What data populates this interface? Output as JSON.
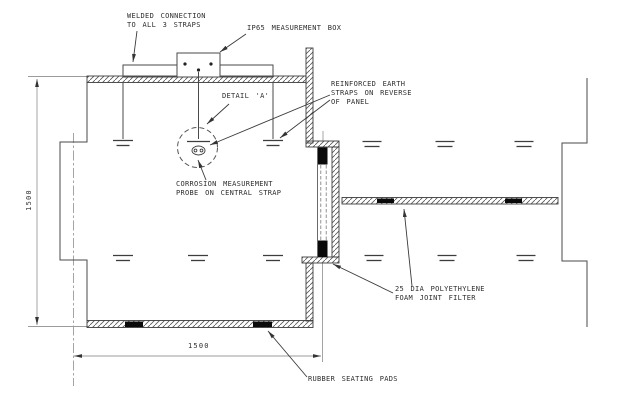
{
  "labels": {
    "welded": {
      "lines": [
        "WELDED CONNECTION",
        "TO ALL 3 STRAPS"
      ]
    },
    "ip65": {
      "lines": [
        "IP65 MEASUREMENT BOX"
      ]
    },
    "detail_a": {
      "lines": [
        "DETAIL 'A'"
      ]
    },
    "reinforced": {
      "lines": [
        "REINFORCED EARTH",
        "STRAPS ON REVERSE",
        "OF PANEL"
      ]
    },
    "corrosion": {
      "lines": [
        "CORROSION MEASUREMENT",
        "PROBE ON CENTRAL STRAP"
      ]
    },
    "foam": {
      "lines": [
        "25 DIA POLYETHYLENE",
        "FOAM JOINT FILTER"
      ]
    },
    "rubber": {
      "lines": [
        "RUBBER SEATING PADS"
      ]
    }
  },
  "dimensions": {
    "panel_height": "1500",
    "panel_width": "1500"
  },
  "colors": {
    "line": "#3d3d3d",
    "hatch": "#555555",
    "dimension": "#9b9b9b",
    "solid_fill": "#0a0a0a",
    "background": "#ffffff"
  }
}
